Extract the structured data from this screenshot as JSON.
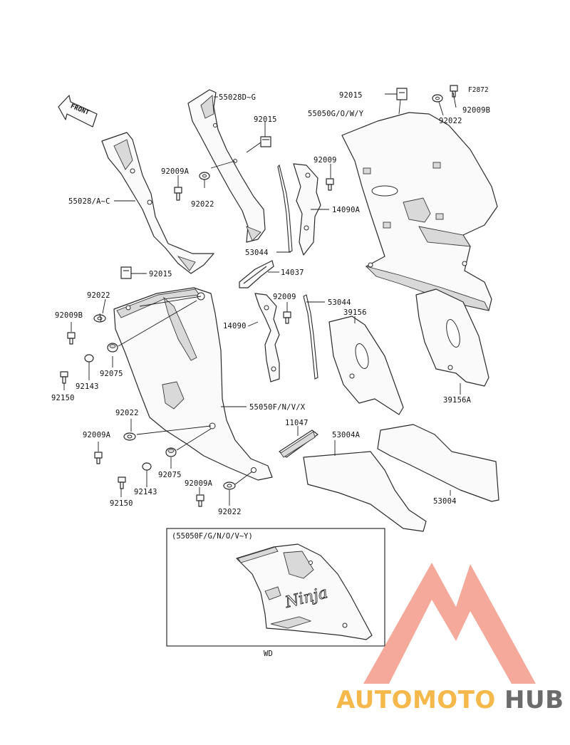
{
  "figure_code": "F2872",
  "front_arrow_label": "FRONT",
  "labels": {
    "l55028dg": "55028D~G",
    "l92015a": "92015",
    "l92015b": "92015",
    "l92015c": "92015",
    "l55050gowy": "55050G/O/W/Y",
    "l92009b_top": "92009B",
    "l92022_top": "92022",
    "l92009a_top": "92009A",
    "l92022_mid": "92022",
    "l55028ac": "55028/A~C",
    "l92009_r": "92009",
    "l14090a": "14090A",
    "l53044_a": "53044",
    "l14037": "14037",
    "l92022_l": "92022",
    "l92009b_l": "92009B",
    "l92009_m": "92009",
    "l53044_b": "53044",
    "l39156": "39156",
    "l14090": "14090",
    "l92075_a": "92075",
    "l92143_a": "92143",
    "l92150_a": "92150",
    "l39156a": "39156A",
    "l55050fnvx": "55050F/N/V/X",
    "l92022_b": "92022",
    "l11047": "11047",
    "l53004a": "53004A",
    "l92009a_b": "92009A",
    "l92075_b": "92075",
    "l92143_b": "92143",
    "l92009a_c": "92009A",
    "l92150_b": "92150",
    "l92022_c": "92022",
    "l53004": "53004"
  },
  "inset": {
    "title": "(55050F/G/N/O/V~Y)",
    "logo_text": "Ninja",
    "caption": "WD"
  },
  "watermark": {
    "part1": "AUTOMOTO",
    "part2": "HUB",
    "colors": {
      "accent": "#f08c7a",
      "part1": "#f5b84a",
      "part2": "#6b6b6b"
    }
  }
}
